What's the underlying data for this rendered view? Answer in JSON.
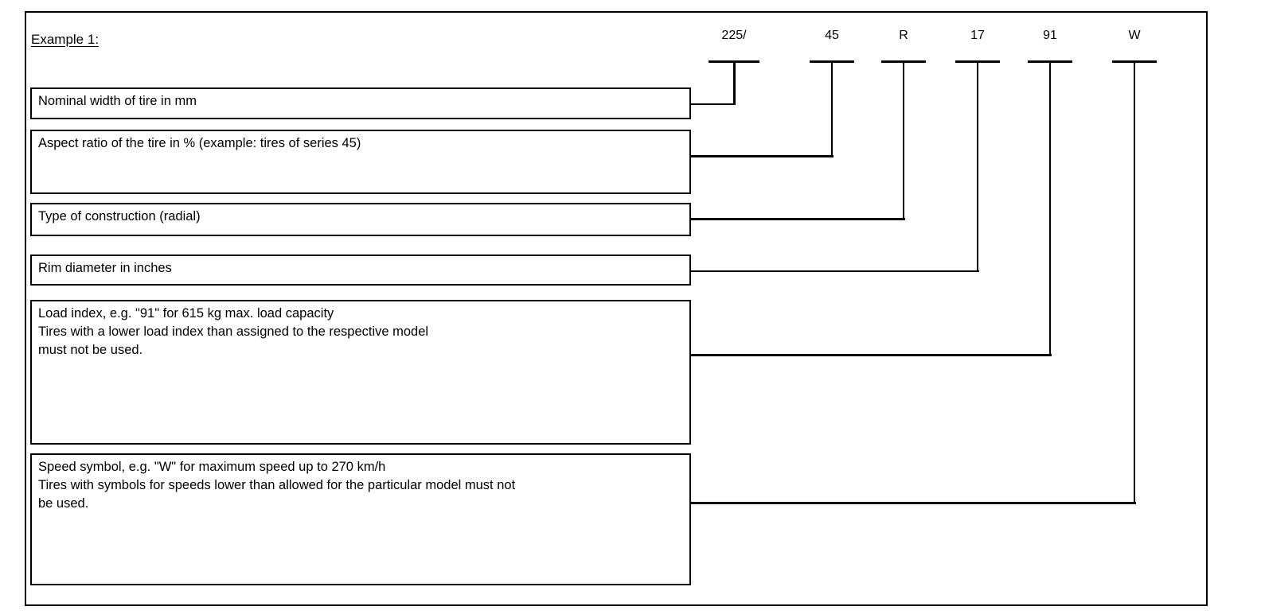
{
  "diagram": {
    "title": "Example 1:",
    "tire_code": {
      "segments": [
        {
          "label": "225/",
          "meaning": "Nominal width of tire in mm"
        },
        {
          "label": "45",
          "meaning": "Aspect ratio of the tire in % (example: tires of series 45)"
        },
        {
          "label": "R",
          "meaning": "Type of construction (radial)"
        },
        {
          "label": "17",
          "meaning": "Rim diameter in inches"
        },
        {
          "label": "91",
          "meaning": "Load index, e.g. \"91\" for 615 kg max. load capacity"
        },
        {
          "label": "W",
          "meaning": "Speed symbol, e.g. \"W\" for maximum speed up to 270 km/h"
        }
      ]
    },
    "boxes": [
      {
        "text": "Nominal width of tire in mm"
      },
      {
        "text": "Aspect ratio of the tire in % (example: tires of series 45)"
      },
      {
        "text": "Type of construction (radial)"
      },
      {
        "text": "Rim diameter in inches"
      },
      {
        "text": "Load index, e.g. \"91\" for 615 kg max. load capacity\nTires with a lower load index than assigned to the respective model\nmust not be used."
      },
      {
        "text": "Speed symbol, e.g. \"W\" for maximum speed up to 270 km/h\nTires with symbols for speeds lower than allowed for the particular model must not\nbe used."
      }
    ],
    "colors": {
      "line": "#000000",
      "background": "#ffffff",
      "text": "#000000"
    }
  }
}
